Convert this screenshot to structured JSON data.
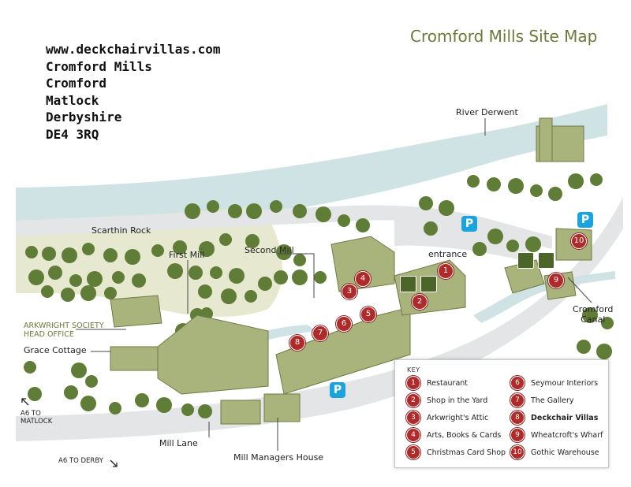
{
  "title": "Cromford Mills Site Map",
  "address_lines": [
    "www.deckchairvillas.com",
    "Cromford Mills",
    "Cromford",
    "Matlock",
    "Derbyshire",
    "DE4 3RQ"
  ],
  "labels": {
    "river_derwent": "River Derwent",
    "scarthin_rock": "Scarthin Rock",
    "first_mill": "First Mill",
    "second_mill": "Second Mill",
    "entrance": "entrance",
    "arkwright_line1": "ARKWRIGHT SOCIETY",
    "arkwright_line2": "HEAD OFFICE",
    "grace_cottage": "Grace Cottage",
    "cromford_canal_line1": "Cromford",
    "cromford_canal_line2": "Canal",
    "a6_matlock_line1": "A6 TO",
    "a6_matlock_line2": "MATLOCK",
    "a6_derby": "A6 TO DERBY",
    "mill_lane": "Mill Lane",
    "mill_managers_house": "Mill Managers House"
  },
  "parking_label": "P",
  "markers": [
    "1",
    "2",
    "3",
    "4",
    "5",
    "6",
    "7",
    "8",
    "9",
    "10"
  ],
  "facility_icons": [
    "toilets-icon",
    "cafe-icon",
    "toilets-icon",
    "cafe-icon"
  ],
  "key": {
    "title": "KEY",
    "items": [
      {
        "num": "1",
        "label": "Restaurant"
      },
      {
        "num": "2",
        "label": "Shop in the Yard"
      },
      {
        "num": "3",
        "label": "Arkwright's Attic"
      },
      {
        "num": "4",
        "label": "Arts, Books & Cards"
      },
      {
        "num": "5",
        "label": "Christmas Card Shop"
      },
      {
        "num": "6",
        "label": "Seymour Interiors"
      },
      {
        "num": "7",
        "label": "The Gallery"
      },
      {
        "num": "8",
        "label": "Deckchair Villas"
      },
      {
        "num": "9",
        "label": "Wheatcroft's Wharf"
      },
      {
        "num": "10",
        "label": "Gothic Warehouse"
      }
    ]
  },
  "colors": {
    "river": "#cfe2e4",
    "road": "#e3e5e6",
    "rock": "#e6e8cf",
    "tree": "#5f7d36",
    "building": "#a9b47d",
    "marker": "#b12a2a",
    "parking": "#1aa3dc",
    "title": "#6b7a3a"
  }
}
